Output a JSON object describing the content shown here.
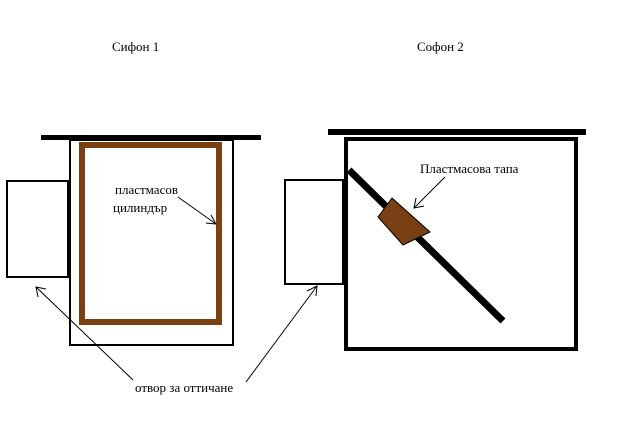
{
  "labels": {
    "siphon1_title": "Сифон 1",
    "siphon2_title": "Софон 2",
    "cylinder_line1": "пластмасов",
    "cylinder_line2": "цилиндър",
    "plug": "Пластмасова тапа",
    "opening": "отвор за оттичане"
  },
  "colors": {
    "outline": "#000000",
    "plastic": "#7a3f12",
    "background": "#ffffff"
  }
}
